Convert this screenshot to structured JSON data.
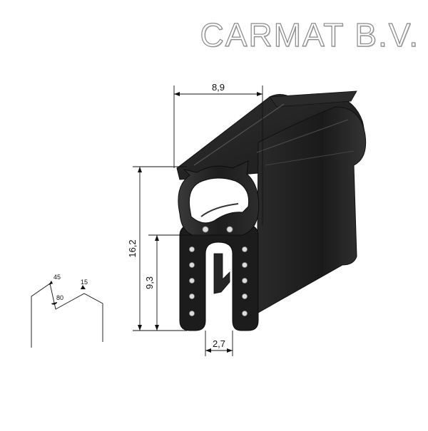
{
  "brand": {
    "name": "CARMAT B.V."
  },
  "dimensions": {
    "width_top": "8,9",
    "total_height": "16,2",
    "clamp_height": "9,3",
    "gap_width": "2,7"
  },
  "profile_angles": {
    "a1": "45",
    "a2": "80",
    "a3": "15"
  },
  "colors": {
    "rubber": "#1e1e1e",
    "rubber_highlight": "#4a4a4a",
    "dimension_line": "#111111",
    "clip_dot": "#d9d9d9"
  }
}
